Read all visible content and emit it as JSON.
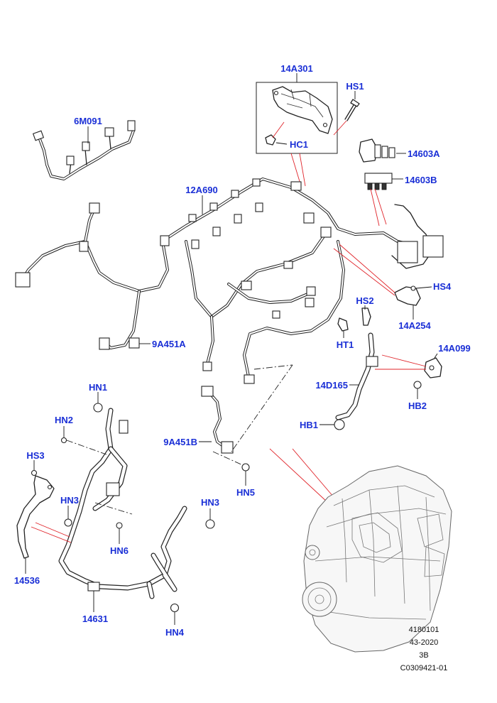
{
  "labels": {
    "p14A301": "14A301",
    "hs1": "HS1",
    "hc1": "HC1",
    "p6M091": "6M091",
    "p14603A": "14603A",
    "p14603B": "14603B",
    "p12A690": "12A690",
    "hs4": "HS4",
    "hs2": "HS2",
    "p14A254": "14A254",
    "p9A451A": "9A451A",
    "ht1": "HT1",
    "p14A099": "14A099",
    "hn1": "HN1",
    "p14D165": "14D165",
    "hn2": "HN2",
    "hb2": "HB2",
    "hb1": "HB1",
    "p9A451B": "9A451B",
    "hs3": "HS3",
    "hn5": "HN5",
    "hn3a": "HN3",
    "hn3b": "HN3",
    "hn6": "HN6",
    "p14536": "14536",
    "p14631": "14631",
    "hn4": "HN4"
  },
  "footer": {
    "line1": "4180101",
    "line2": "43-2020",
    "line3": "3B",
    "line4": "C0309421-01"
  },
  "colors": {
    "label": "#1a2fd6",
    "leader_red": "#e0242a",
    "line": "#222222"
  }
}
